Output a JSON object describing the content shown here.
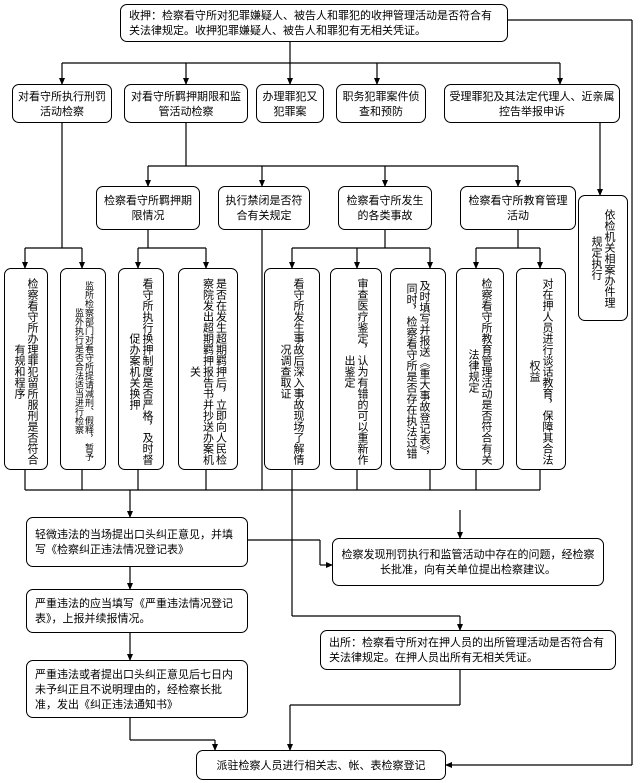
{
  "nodes": {
    "top": "收押：检察看守所对犯罪嫌疑人、被告人和罪犯的收押管理活动是否符合有关法律规定。收押犯罪嫌疑人、被告人和罪犯有无相关凭证。",
    "l2a": "对看守所执行刑罚活动检察",
    "l2b": "对看守所羁押期限和监管活动检察",
    "l2c": "办理罪犯又犯罪案",
    "l2d": "职务犯罪案件侦查和预防",
    "l2e": "受理罪犯及其法定代理人、近亲属控告举报申诉",
    "l3a": "检察看守所羁押期限情况",
    "l3b": "执行禁闭是否符合有关规定",
    "l3c": "检察看守所发生的各类事故",
    "l3d": "检察看守所教育管理活动",
    "l3e": "依检机关相案办件理规定执行",
    "v1": "检察看守所办理罪犯留所服刑是否符合有规和程序",
    "v2": "监所检察部门对看守所提请减刑、假释，暂予监外执行是否合法适当进行检察",
    "v3": "看守所执行换押制度是否严格，及时督促办案机关换押",
    "v4": "是否在发生超期羁押后，立即向人民检察院发出超期羁押报告书并抄送办案机关",
    "v5": "看守所发生事故后深入事故现场了解情况调查取证",
    "v6": "审查医疗鉴定，认为有错的可以重新作出鉴定",
    "v7": "及时填写并报送《重大事故登记表》，同时，检察看守所是否存在执法过错",
    "v8": "检察看守所教育管理活动是否符合有关法律规定",
    "v9": "对在押人员进行谈话教育，保障其合法权益",
    "b1": "轻微违法的当场提出口头纠正意见，并填写《检察纠正违法情况登记表》",
    "b2": "严重违法的应当填写《严重违法情况登记表》，上报并续报情况。",
    "b3": "严重违法或者提出口头纠正意见后七日内未予纠正且不说明理由的，经检察长批准，发出《纠正违法通知书》",
    "r1": "检察发现刑罚执行和监管活动中存在的问题，经检察长批准，向有关单位提出检察建议。",
    "r2": "出所：检察看守所对在押人员的出所管理活动是否符合有关法律规定。在押人员出所有无相关凭证。",
    "bottom": "派驻检察人员进行相关志、帐、表检察登记"
  }
}
